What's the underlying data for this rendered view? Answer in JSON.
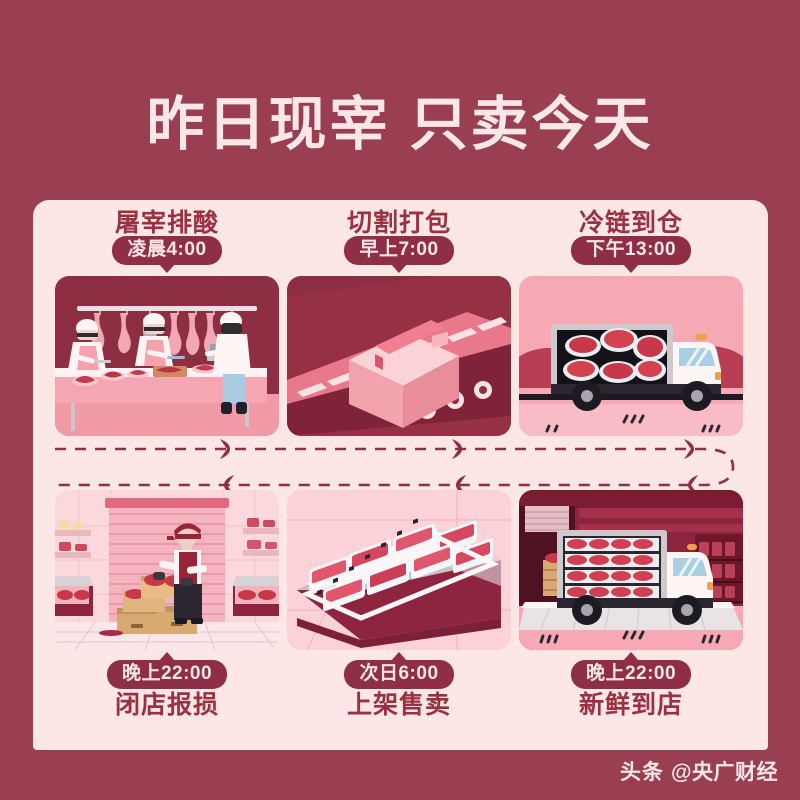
{
  "theme": {
    "background": "#9a3e51",
    "card_background": "#fce6e6",
    "heading_color": "#9a3040",
    "badge_color": "#8e2f45",
    "title_color": "#fbe7e7"
  },
  "title": "昨日现宰 只卖今天",
  "footer": {
    "brand": "头条",
    "account": "@央广财经"
  },
  "steps": [
    {
      "id": "slaughter",
      "heading": "屠宰排酸",
      "time": "凌晨4:00",
      "badge_position": "below-heading",
      "image": "butchers-cutting-meat"
    },
    {
      "id": "packaging",
      "heading": "切割打包",
      "time": "早上7:00",
      "badge_position": "below-heading",
      "image": "box-on-conveyor"
    },
    {
      "id": "cold-chain",
      "heading": "冷链到仓",
      "time": "下午13:00",
      "badge_position": "below-heading",
      "image": "refrigerated-truck-with-meat"
    },
    {
      "id": "store-closing",
      "heading": "闭店报损",
      "time": "晚上22:00",
      "badge_position": "above-heading",
      "image": "worker-packing-boxes-in-store"
    },
    {
      "id": "on-shelf",
      "heading": "上架售卖",
      "time": "次日6:00",
      "badge_position": "above-heading",
      "image": "meat-display-case"
    },
    {
      "id": "fresh-arrival",
      "heading": "新鲜到店",
      "time": "晚上22:00",
      "badge_position": "above-heading",
      "image": "delivery-truck-at-dock"
    }
  ],
  "connector": {
    "style": "dashed",
    "color": "#8e2f45",
    "direction": "serpentine-right-then-left",
    "markers": "chevron"
  }
}
